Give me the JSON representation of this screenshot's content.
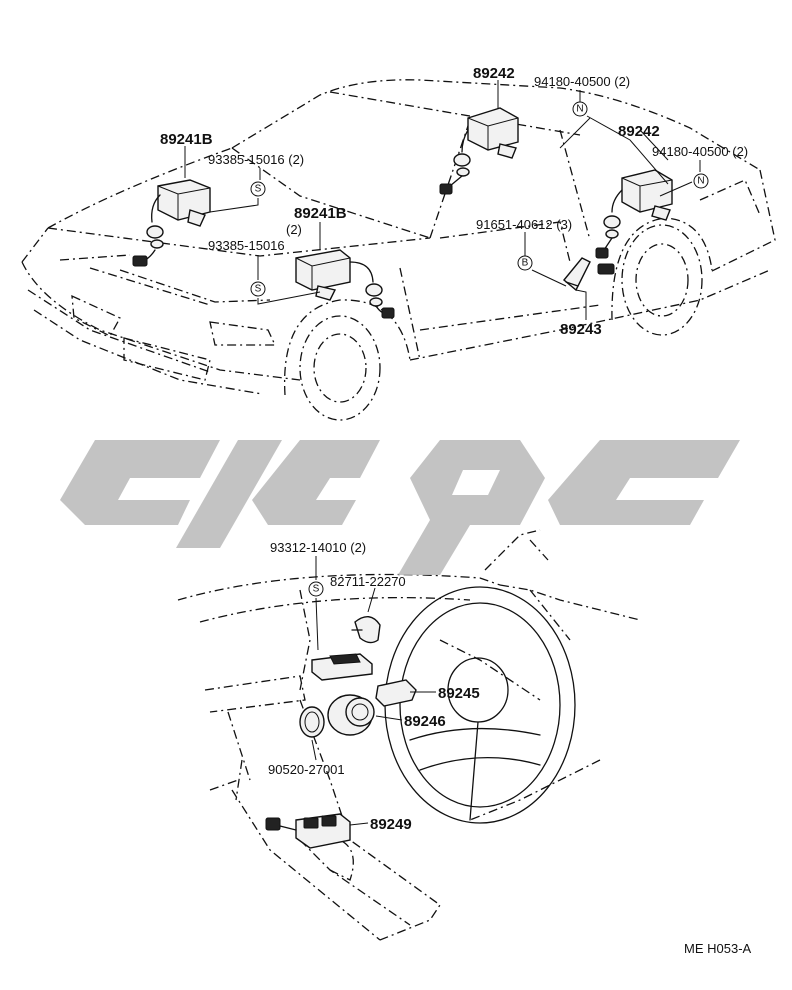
{
  "labels": {
    "p89242_top": "89242",
    "p94180_top": "94180-40500 (2)",
    "p89241b_left": "89241B",
    "p93385_left": "93385-15016 (2)",
    "p89242_right": "89242",
    "p94180_right": "94180-40500 (2)",
    "p89241b_center": "89241B",
    "p2_center": "(2)",
    "p93385_center": "93385-15016",
    "p91651": "91651-40612 (3)",
    "p89243": "89243",
    "p93312": "93312-14010 (2)",
    "p82711": "82711-22270",
    "p89245": "89245",
    "p89246": "89246",
    "p90520": "90520-27001",
    "p89249": "89249",
    "code": "ME H053-A"
  },
  "symbols": {
    "n": "N",
    "s": "S",
    "b": "B"
  }
}
